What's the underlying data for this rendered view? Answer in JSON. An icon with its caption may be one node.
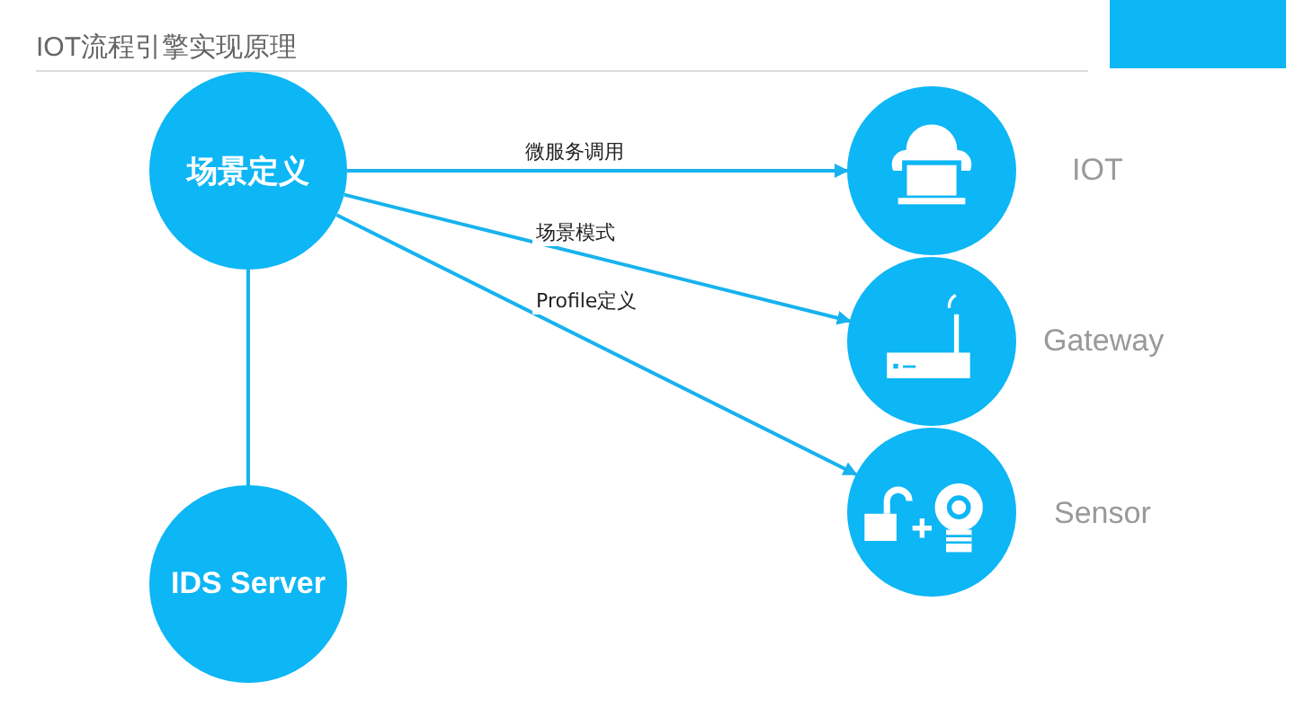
{
  "diagram": {
    "title": "IOT流程引擎实现原理",
    "nodes": [
      {
        "text": [
          "场景定义"
        ]
      },
      {
        "text": [
          "IDS Server"
        ]
      },
      {
        "text": [],
        "shape": "circle",
        "beside": [
          "IOT"
        ]
      },
      {
        "text": [],
        "shape": "circle",
        "beside": [
          "Gateway"
        ]
      },
      {
        "text": [],
        "shape": "circle",
        "beside": [
          "Sensor"
        ]
      }
    ],
    "edges": [
      {
        "from": 0,
        "to": 2,
        "arrow": "to",
        "label": "微服务调用"
      },
      {
        "from": 0,
        "to": 3,
        "arrow": "to",
        "label": "场景模式"
      },
      {
        "from": 0,
        "to": 4,
        "arrow": "to",
        "label": "Profile定义"
      },
      {
        "from": 0,
        "to": 1,
        "arrow": "none"
      }
    ]
  }
}
